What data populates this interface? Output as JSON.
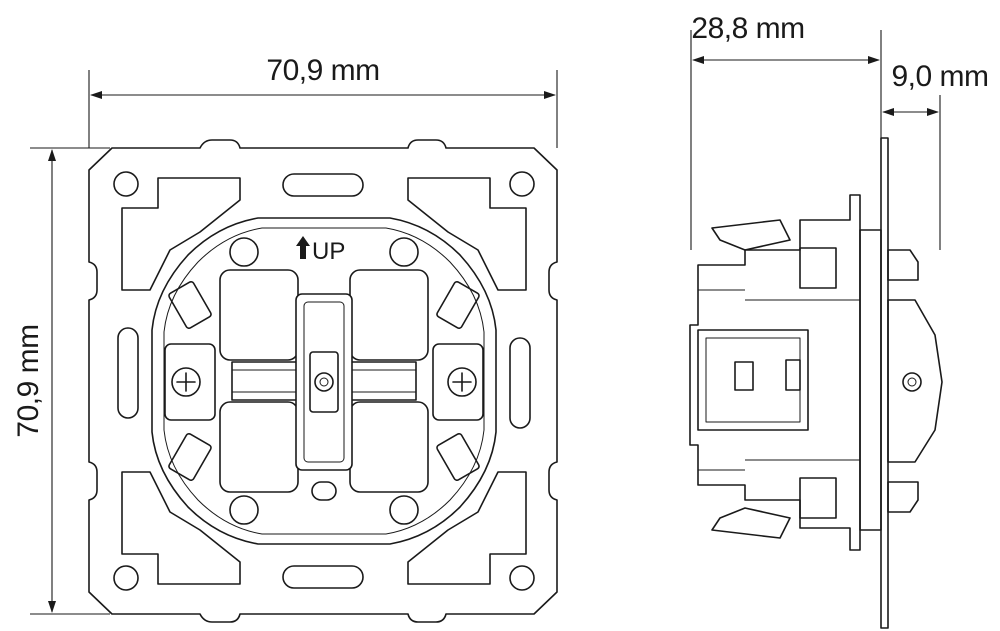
{
  "front_view": {
    "width_label": "70,9 mm",
    "height_label": "70,9 mm",
    "orientation_label": "UP"
  },
  "side_view": {
    "depth_label": "28,8 mm",
    "plate_offset_label": "9,0 mm"
  },
  "icons": [
    "arrow-up-icon"
  ]
}
